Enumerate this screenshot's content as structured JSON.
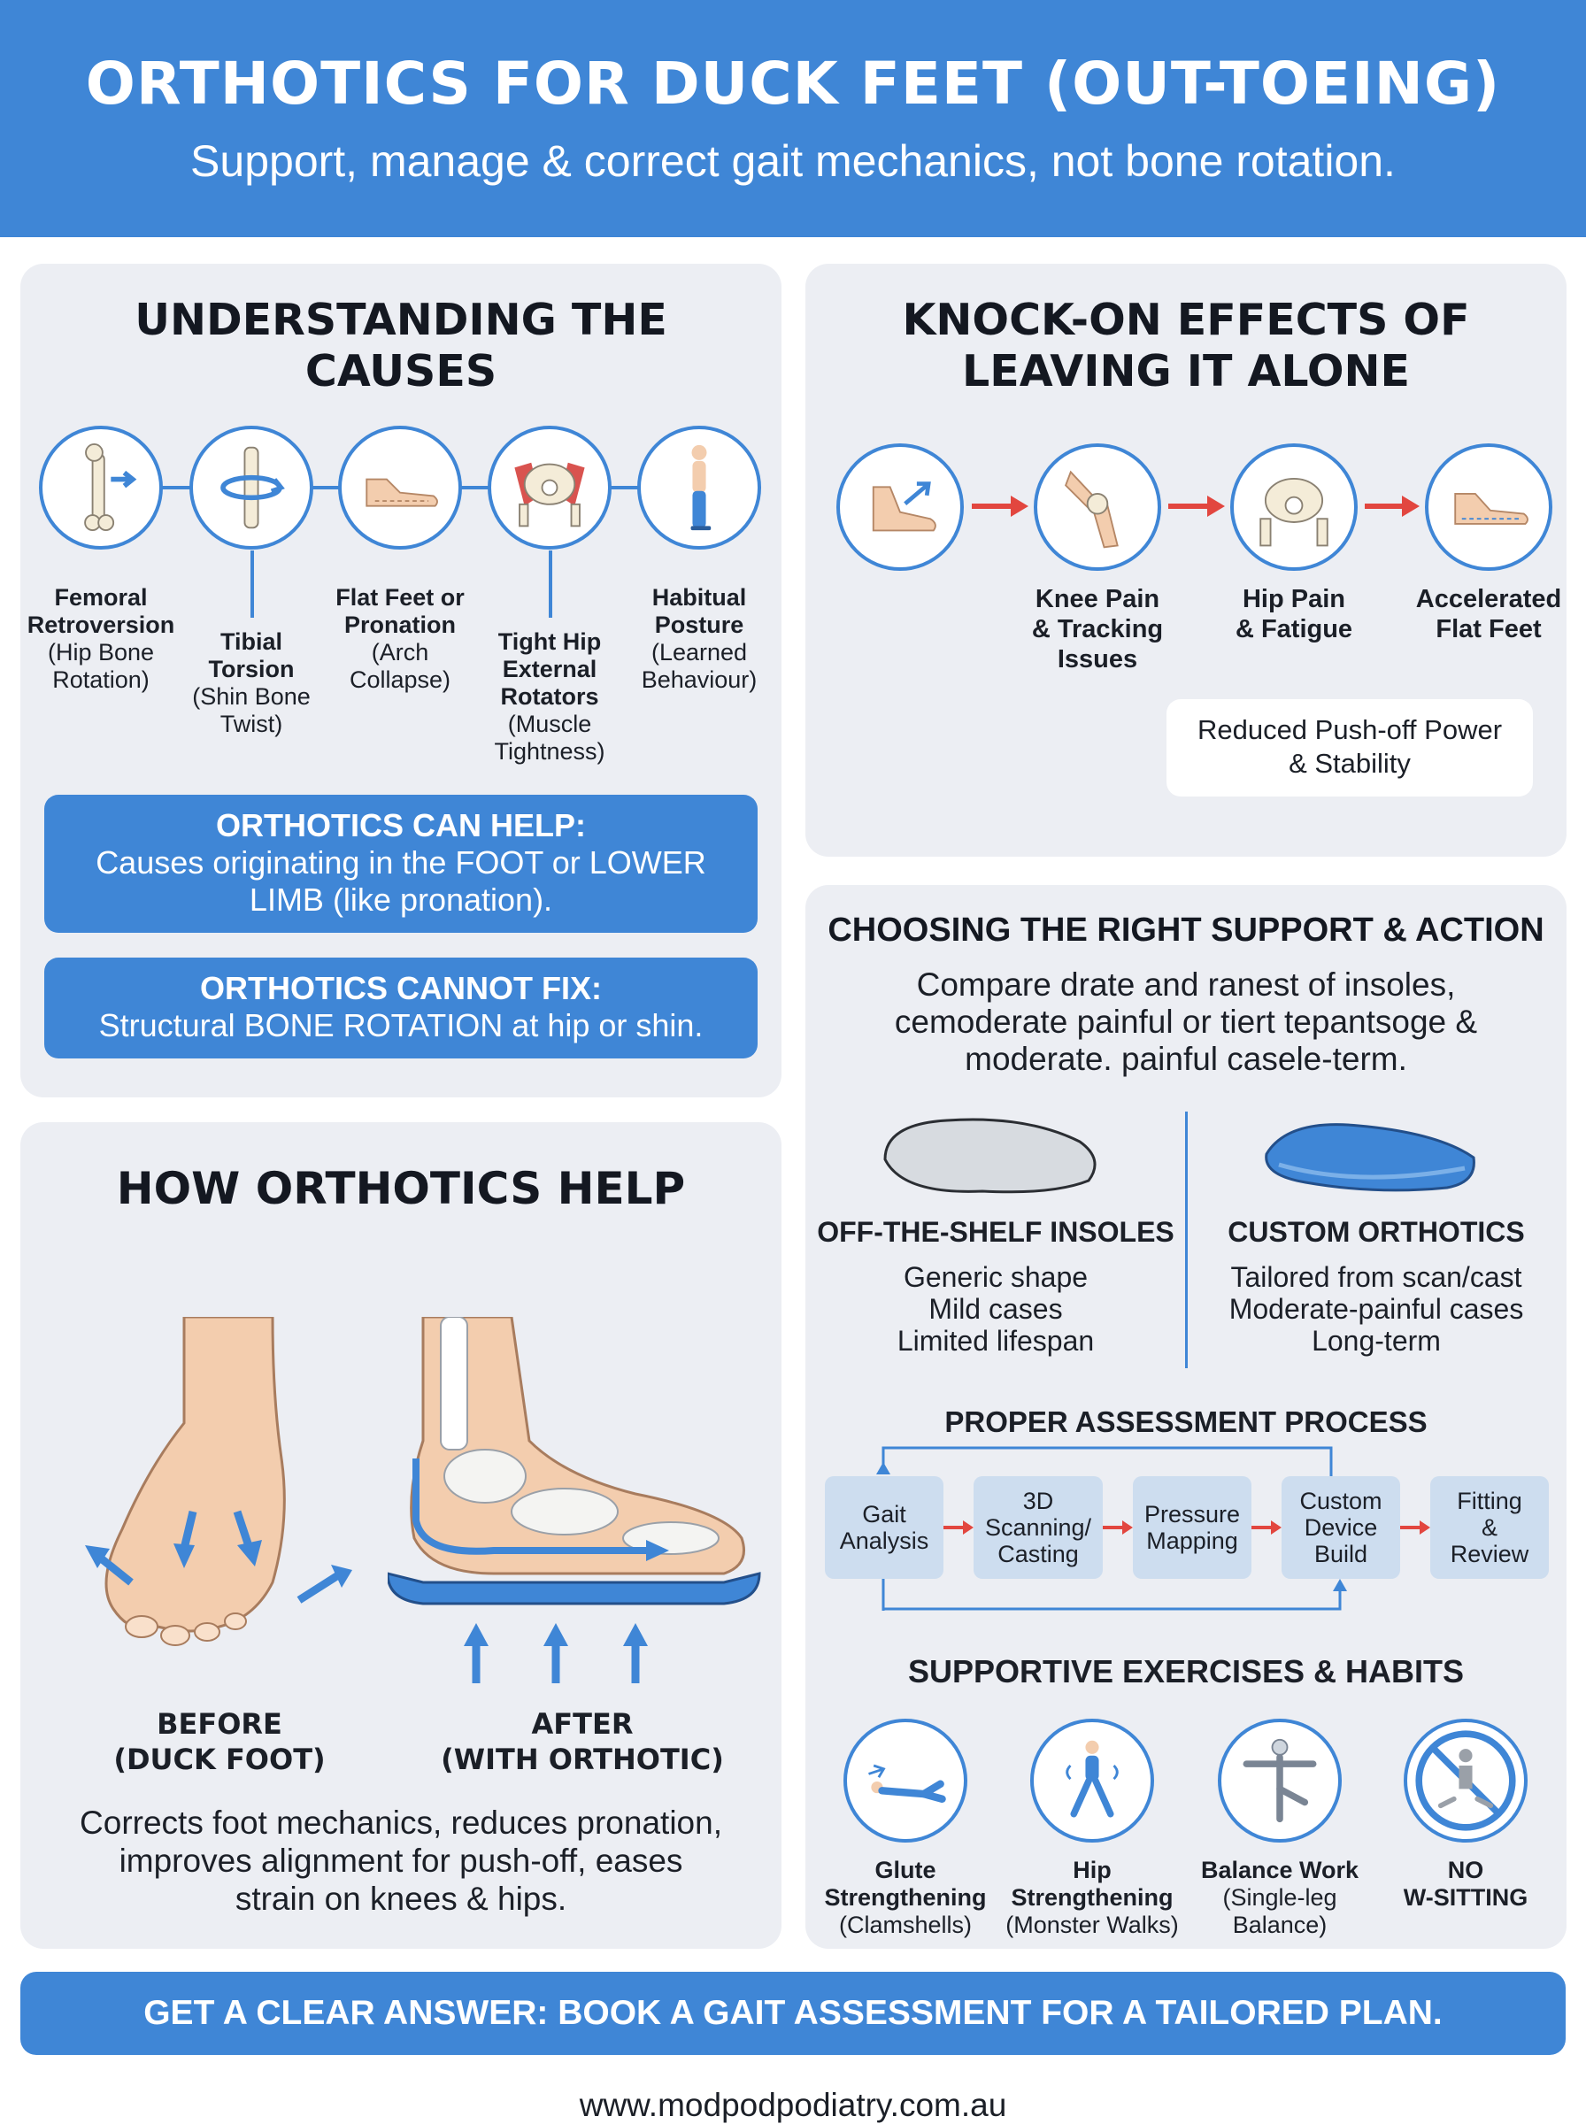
{
  "header": {
    "title": "ORTHOTICS FOR DUCK FEET (OUT-TOEING)",
    "subtitle": "Support, manage & correct gait mechanics, not bone rotation."
  },
  "causes": {
    "title_line1": "UNDERSTANDING THE",
    "title_line2": "CAUSES",
    "items": [
      {
        "icon": "femur-bone-icon",
        "bold": [
          "Femoral",
          "Retroversion"
        ],
        "normal": [
          "(Hip Bone",
          "Rotation)"
        ]
      },
      {
        "icon": "tibia-twist-icon",
        "bold": [
          "Tibial",
          "Torsion"
        ],
        "normal": [
          "(Shin Bone",
          "Twist)"
        ]
      },
      {
        "icon": "flat-foot-icon",
        "bold": [
          "Flat Feet or",
          "Pronation"
        ],
        "normal": [
          "(Arch",
          "Collapse)"
        ]
      },
      {
        "icon": "hip-muscles-icon",
        "bold": [
          "Tight Hip",
          "External",
          "Rotators"
        ],
        "normal": [
          "(Muscle",
          "Tightness)"
        ]
      },
      {
        "icon": "posture-figure-icon",
        "bold": [
          "Habitual",
          "Posture"
        ],
        "normal": [
          "(Learned",
          "Behaviour)"
        ]
      }
    ],
    "can_help": {
      "title": "ORTHOTICS CAN HELP:",
      "line1": "Causes originating in the FOOT or LOWER",
      "line2": "LIMB (like pronation)."
    },
    "cannot_fix": {
      "title": "ORTHOTICS CANNOT FIX:",
      "line1": "Structural BONE ROTATION at hip or shin."
    }
  },
  "effects": {
    "title_line1": "KNOCK-ON EFFECTS OF",
    "title_line2": "LEAVING IT ALONE",
    "items": [
      {
        "icon": "foot-outward-icon",
        "lines": []
      },
      {
        "icon": "knee-joint-icon",
        "lines": [
          "Knee Pain",
          "& Tracking",
          "Issues"
        ]
      },
      {
        "icon": "pelvis-hip-icon",
        "lines": [
          "Hip Pain",
          "& Fatigue"
        ]
      },
      {
        "icon": "flat-foot-icon",
        "lines": [
          "Accelerated",
          "Flat Feet"
        ]
      }
    ],
    "callout_line1": "Reduced Push-off Power",
    "callout_line2": "& Stability"
  },
  "how": {
    "title": "HOW ORTHOTICS HELP",
    "before_line1": "BEFORE",
    "before_line2": "(DUCK FOOT)",
    "after_line1": "AFTER",
    "after_line2": "(WITH ORTHOTIC)",
    "desc_line1": "Corrects foot mechanics, reduces pronation,",
    "desc_line2": "improves alignment for push-off, eases",
    "desc_line3": "strain on knees & hips."
  },
  "choosing": {
    "title": "CHOOSING THE RIGHT SUPPORT & ACTION",
    "intro_line1": "Compare drate and ranest of insoles,",
    "intro_line2": "cemoderate painful or tiert tepantsoge &",
    "intro_line3": "moderate. painful casele-term.",
    "off_shelf": {
      "title": "OFF-THE-SHELF INSOLES",
      "lines": [
        "Generic shape",
        "Mild cases",
        "Limited lifespan"
      ]
    },
    "custom": {
      "title": "CUSTOM ORTHOTICS",
      "lines": [
        "Tailored from scan/cast",
        "Moderate-painful cases",
        "Long-term"
      ]
    },
    "process_title": "PROPER ASSESSMENT PROCESS",
    "steps": [
      [
        "Gait",
        "Analysis"
      ],
      [
        "3D",
        "Scanning/",
        "Casting"
      ],
      [
        "Pressure",
        "Mapping"
      ],
      [
        "Custom",
        "Device",
        "Build"
      ],
      [
        "Fitting",
        "&",
        "Review"
      ]
    ],
    "exercises_title": "SUPPORTIVE EXERCISES & HABITS",
    "exercises": [
      {
        "icon": "clamshell-exercise-icon",
        "bold": [
          "Glute",
          "Strengthening"
        ],
        "normal": [
          "(Clamshells)"
        ]
      },
      {
        "icon": "monster-walk-icon",
        "bold": [
          "Hip",
          "Strengthening"
        ],
        "normal": [
          "(Monster Walks)"
        ]
      },
      {
        "icon": "single-leg-balance-icon",
        "bold": [
          "Balance Work"
        ],
        "normal": [
          "(Single-leg",
          "Balance)"
        ]
      },
      {
        "icon": "no-w-sitting-icon",
        "bold": [
          "NO",
          "W-SITTING"
        ],
        "normal": []
      }
    ]
  },
  "cta": "GET A CLEAR ANSWER: BOOK A GAIT ASSESSMENT FOR A TAILORED PLAN.",
  "url": "www.modpodpodiatry.com.au",
  "colors": {
    "brand_blue": "#3f86d6",
    "panel_bg": "#eceef3",
    "arrow_red": "#e2463f",
    "step_bg": "#cdddef"
  }
}
